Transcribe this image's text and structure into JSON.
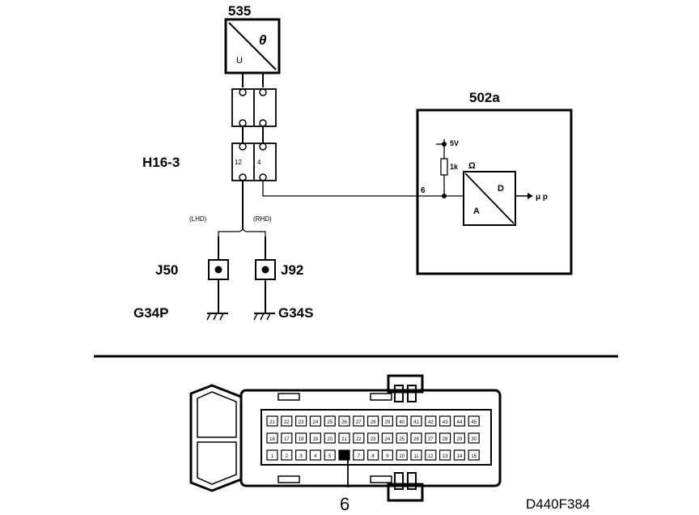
{
  "components": {
    "sensor": {
      "id": "535",
      "theta": "θ",
      "u": "U"
    },
    "connector": {
      "id": "H16-3",
      "pin_a": "12",
      "pin_b": "4"
    },
    "ecu": {
      "id": "502a",
      "pin": "6",
      "supply": "5V",
      "resistor": "1k",
      "ohm": "Ω",
      "d": "D",
      "a": "A",
      "out": "μ p"
    },
    "branches": {
      "lhd": "(LHD)",
      "rhd": "(RHD)"
    },
    "splices": {
      "left": "J50",
      "right": "J92"
    },
    "grounds": {
      "left": "G34P",
      "right": "G34S"
    }
  },
  "connector_face": {
    "row_top": [
      "21",
      "22",
      "23",
      "24",
      "25",
      "26",
      "27",
      "28",
      "29",
      "40",
      "41",
      "42",
      "43",
      "44",
      "45"
    ],
    "row_mid": [
      "16",
      "17",
      "18",
      "19",
      "20",
      "21",
      "22",
      "23",
      "24",
      "25",
      "26",
      "27",
      "28",
      "29",
      "30"
    ],
    "row_bot": [
      "1",
      "2",
      "3",
      "4",
      "5",
      "6",
      "7",
      "8",
      "9",
      "10",
      "11",
      "12",
      "13",
      "14",
      "15"
    ],
    "highlight_pin": "6",
    "callout": "6"
  },
  "figure_code": "D440F384"
}
